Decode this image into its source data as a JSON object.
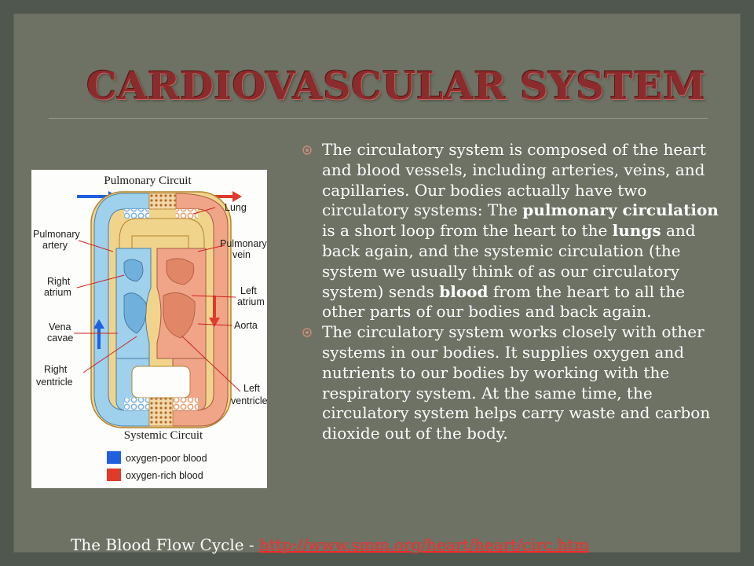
{
  "slide": {
    "title": "CARDIOVASCULAR SYSTEM",
    "colors": {
      "background": "#6d7264",
      "title": "#8c2b2b",
      "text": "#ffffff",
      "link": "#ff2a2a",
      "bullet": "#c98a7a",
      "oxygen_poor": "#1f5fe0",
      "oxygen_rich": "#e03a2a"
    }
  },
  "diagram": {
    "top_label": "Pulmonary Circuit",
    "bottom_label": "Systemic Circuit",
    "labels": {
      "lung": "Lung",
      "pulmonary_artery_1": "Pulmonary",
      "pulmonary_artery_2": "artery",
      "pulmonary_vein_1": "Pulmonary",
      "pulmonary_vein_2": "vein",
      "right_atrium_1": "Right",
      "right_atrium_2": "atrium",
      "left_atrium_1": "Left",
      "left_atrium_2": "atrium",
      "vena_cavae_1": "Vena",
      "vena_cavae_2": "cavae",
      "aorta": "Aorta",
      "right_ventricle_1": "Right",
      "right_ventricle_2": "ventricle",
      "left_ventricle_1": "Left",
      "left_ventricle_2": "ventricle"
    },
    "legend": [
      {
        "label": "oxygen-poor blood",
        "color": "#1f5fe0"
      },
      {
        "label": "oxygen-rich blood",
        "color": "#e03a2a"
      }
    ]
  },
  "bullets": {
    "b1": {
      "p1": "The circulatory system is composed of the heart and blood vessels, including arteries, veins, and capillaries. Our bodies actually have two circulatory systems: The ",
      "bold1": "pulmonary circulation",
      "p2": " is a short loop from the heart to the ",
      "bold2": "lungs",
      "p3": " and back again, and the systemic circulation (the system we usually think of as our circulatory system) sends ",
      "bold3": "blood",
      "p4": " from the heart to all the other parts of our bodies and back again."
    },
    "b2": {
      "text": "The circulatory system works closely with other systems in our bodies. It supplies oxygen and nutrients to our bodies by working with the respiratory system. At the same time, the circulatory system helps carry waste and carbon dioxide out of the body."
    }
  },
  "caption": {
    "prefix": "The Blood Flow Cycle - ",
    "link": "http://www.smm.org/heart/heart/circ.htm"
  }
}
